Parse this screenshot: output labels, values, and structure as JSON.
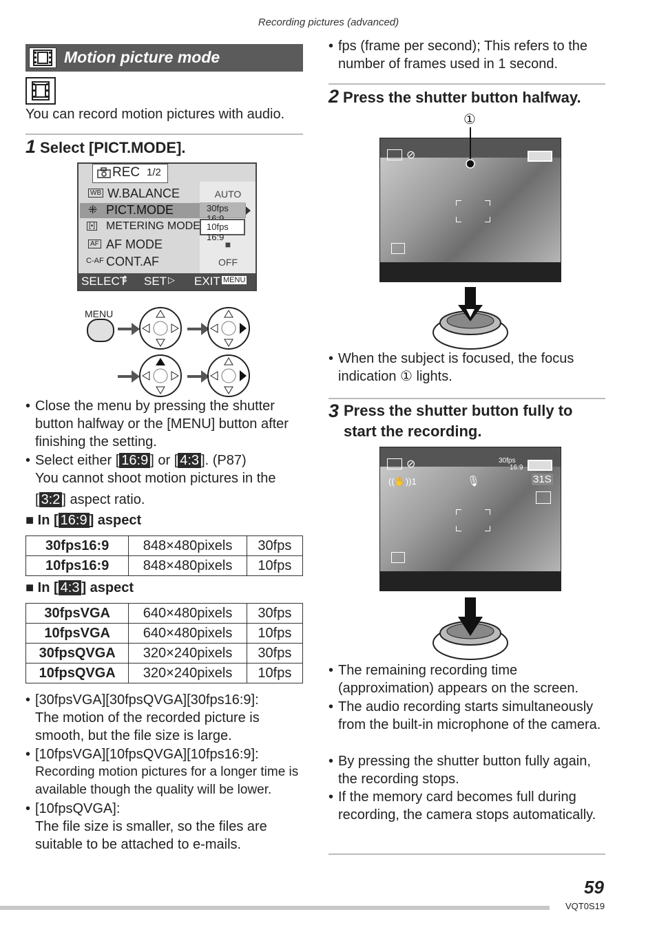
{
  "header": {
    "running_title": "Recording pictures (advanced)"
  },
  "section": {
    "title": "Motion picture mode",
    "icon": "film-icon"
  },
  "intro": "You can record motion pictures with audio.",
  "step1": {
    "num": "1",
    "title": "Select [PICT.MODE]."
  },
  "menu_screen": {
    "tab": "REC",
    "tab_page": "1/2",
    "rows": [
      {
        "icon": "WB",
        "label": "W.BALANCE",
        "value": "AUTO"
      },
      {
        "icon": "",
        "label": "PICT.MODE",
        "value": "30fps 16:9"
      },
      {
        "icon": "[•]",
        "label": "METERING MODE",
        "value": "10fps 16:9"
      },
      {
        "icon": "AF",
        "label": "AF MODE",
        "value": "■"
      },
      {
        "icon": "C-AF",
        "label": "CONT.AF",
        "value": "OFF"
      }
    ],
    "footer": {
      "select": "SELECT",
      "set": "SET",
      "exit": "EXIT",
      "exit_btn": "MENU"
    }
  },
  "menu_button_label": "MENU",
  "left_bullets": [
    "Close the menu by pressing the shutter button halfway or the [MENU] button after finishing the setting.",
    "You cannot shoot motion pictures in the"
  ],
  "select_either": {
    "pre": "Select either [",
    "a": "16:9",
    "mid": "] or [",
    "b": "4:3",
    "post": "]. (P87)"
  },
  "aspect_32": {
    "pre": "[",
    "hl": "3:2",
    "post": "] aspect ratio."
  },
  "table169": {
    "heading_pre": "In [",
    "heading_hl": "16:9",
    "heading_post": "] aspect",
    "rows": [
      [
        "30fps16:9",
        "848×480pixels",
        "30fps"
      ],
      [
        "10fps16:9",
        "848×480pixels",
        "10fps"
      ]
    ]
  },
  "table43": {
    "heading_pre": "In [",
    "heading_hl": "4:3",
    "heading_post": "] aspect",
    "rows": [
      [
        "30fpsVGA",
        "640×480pixels",
        "30fps"
      ],
      [
        "10fpsVGA",
        "640×480pixels",
        "10fps"
      ],
      [
        "30fpsQVGA",
        "320×240pixels",
        "30fps"
      ],
      [
        "10fpsQVGA",
        "320×240pixels",
        "10fps"
      ]
    ]
  },
  "left_notes": [
    {
      "head": "[30fpsVGA][30fpsQVGA][30fps16:9]:",
      "body": "The motion of the recorded picture is smooth, but the file size is large."
    },
    {
      "head": "[10fpsVGA][10fpsQVGA][10fps16:9]:",
      "body": "Recording motion pictures for a longer time is available though the quality will be lower."
    },
    {
      "head": "[10fpsQVGA]:",
      "body": "The file size is smaller, so the files are suitable to be attached to e-mails."
    }
  ],
  "fps_note": "fps (frame per second); This refers to the number of frames used in 1 second.",
  "step2": {
    "num": "2",
    "title": "Press the shutter button halfway.",
    "callout": "①"
  },
  "step2_note": "When the subject is focused, the focus indication ① lights.",
  "step3": {
    "num": "3",
    "title": "Press the shutter button fully to start the recording."
  },
  "lcd3": {
    "fps": "30fps",
    "aspect": "16:9",
    "time": "31S",
    "stab": "1"
  },
  "right_bullets": [
    "The remaining recording time (approximation) appears on the screen.",
    "The audio recording starts simultaneously from the built-in microphone of the camera.",
    "By pressing the shutter button fully again, the recording stops.",
    "If the memory card becomes full during recording, the camera stops automatically."
  ],
  "footer": {
    "page": "59",
    "code": "VQT0S19"
  }
}
